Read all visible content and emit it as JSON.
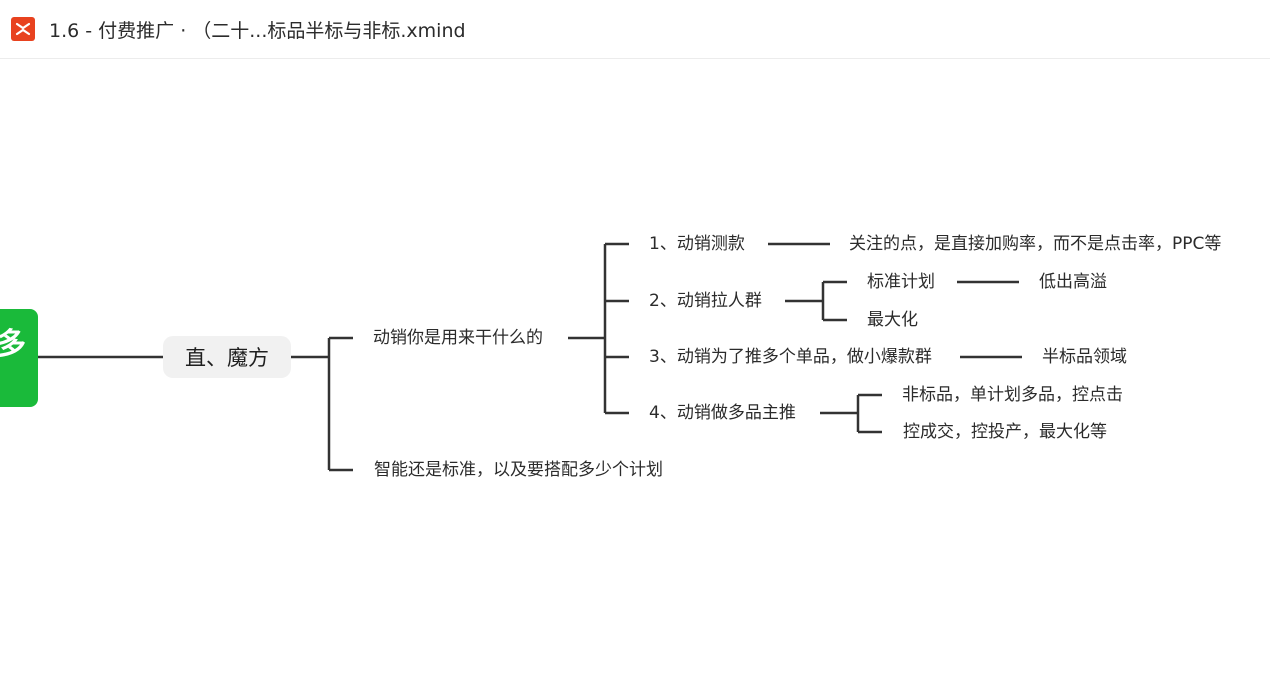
{
  "window": {
    "title": "1.6 - 付费推广 · （二十...标品半标与非标.xmind",
    "app_icon": "xmind-icon",
    "accent": "#e8421f"
  },
  "mindmap": {
    "root_fragment": "多",
    "root_color": "#1aba3a",
    "main_topic": "直、魔方",
    "branches": [
      {
        "label": "动销你是用来干什么的",
        "children": [
          {
            "label": "1、动销测款",
            "children": [
              {
                "label": "关注的点，是直接加购率，而不是点击率，PPC等"
              }
            ]
          },
          {
            "label": "2、动销拉人群",
            "children": [
              {
                "label": "标准计划",
                "children": [
                  {
                    "label": "低出高溢"
                  }
                ]
              },
              {
                "label": "最大化"
              }
            ]
          },
          {
            "label": "3、动销为了推多个单品，做小爆款群",
            "children": [
              {
                "label": "半标品领域"
              }
            ]
          },
          {
            "label": "4、动销做多品主推",
            "children": [
              {
                "label": "非标品，单计划多品，控点击"
              },
              {
                "label": "控成交，控投产，最大化等"
              }
            ]
          }
        ]
      },
      {
        "label": "智能还是标准，以及要搭配多少个计划"
      }
    ]
  }
}
